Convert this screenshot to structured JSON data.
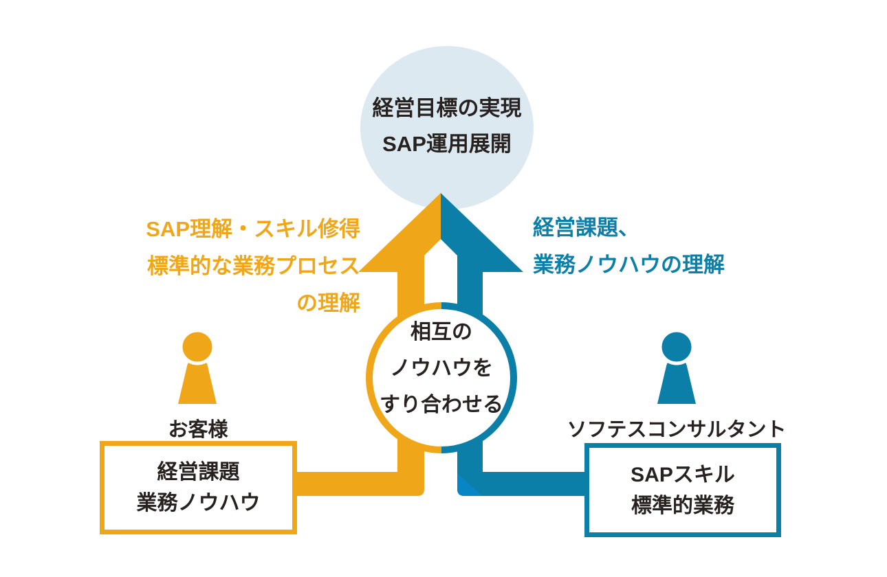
{
  "goal_circle": {
    "line1": "経営目標の実現",
    "line2": "SAP運用展開"
  },
  "left_annotation": {
    "line1": "SAP理解・スキル修得",
    "line2": "標準的な業務プロセス",
    "line3": "の理解"
  },
  "right_annotation": {
    "line1": "経営課題、",
    "line2": "業務ノウハウの理解"
  },
  "merge_circle": {
    "line1": "相互の",
    "line2": "ノウハウを",
    "line3": "すり合わせる"
  },
  "customer": {
    "label": "お客様",
    "box_line1": "経営課題",
    "box_line2": "業務ノウハウ"
  },
  "consultant": {
    "label": "ソフテスコンサルタント",
    "box_line1": "SAPスキル",
    "box_line2": "標準的業務"
  },
  "colors": {
    "orange": "#F0A619",
    "teal": "#0B7FA7",
    "bright_blue": "#0885C5",
    "light_blue": "#DCE9F0",
    "text_dark": "#272220",
    "background": "#FFFFFF"
  }
}
